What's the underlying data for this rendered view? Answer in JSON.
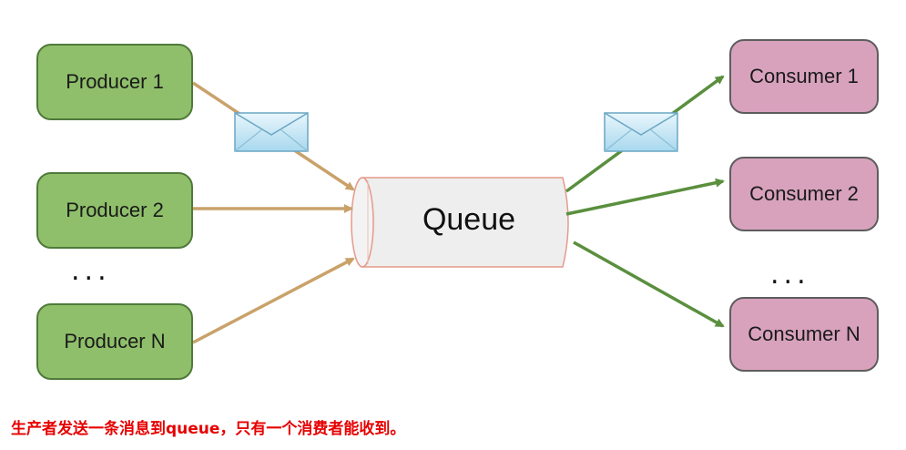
{
  "producers": [
    {
      "label": "Producer 1"
    },
    {
      "label": "Producer 2"
    },
    {
      "label": "Producer N"
    }
  ],
  "producer_ellipsis": "...",
  "queue": {
    "label": "Queue"
  },
  "consumers": [
    {
      "label": "Consumer 1"
    },
    {
      "label": "Consumer 2"
    },
    {
      "label": "Consumer N"
    }
  ],
  "consumer_ellipsis": "...",
  "icons": {
    "message": "envelope-icon"
  },
  "colors": {
    "producer_fill": "#8fbf6a",
    "consumer_fill": "#d8a2bd",
    "producer_arrow": "#c9a26a",
    "consumer_arrow": "#5a8f3e",
    "caption": "#e60000"
  },
  "caption": "生产者发送一条消息到queue，只有一个消费者能收到。"
}
